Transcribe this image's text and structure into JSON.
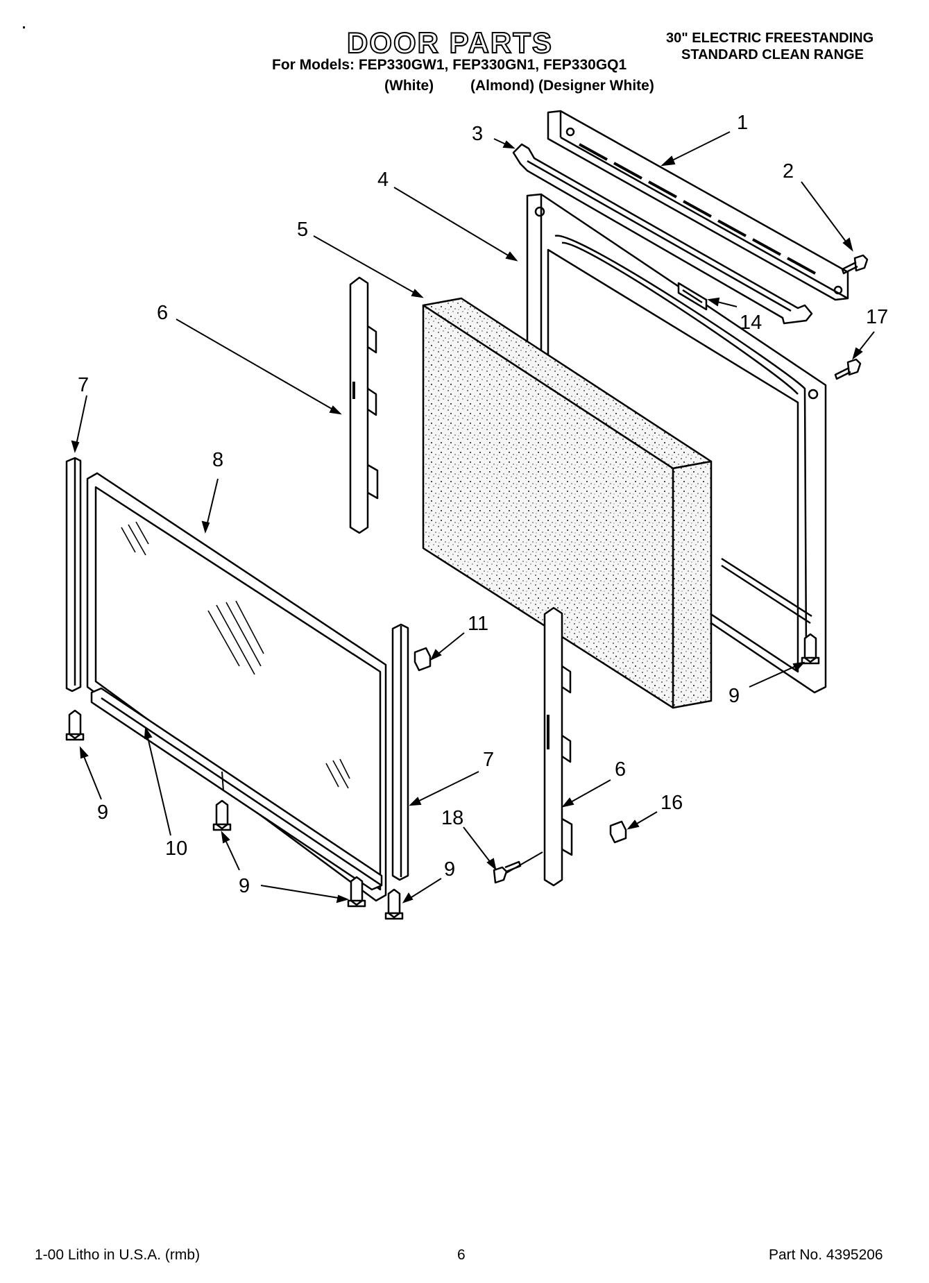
{
  "header": {
    "title": "DOOR PARTS",
    "models_line": "For Models: FEP330GW1, FEP330GN1, FEP330GQ1",
    "color_1": "(White)",
    "color_2": "(Almond) (Designer White)",
    "range_line_1": "30\" ELECTRIC FREESTANDING",
    "range_line_2": "STANDARD CLEAN RANGE"
  },
  "footer": {
    "litho": "1-00 Litho in U.S.A. (rmb)",
    "page": "6",
    "part_no": "Part No. 4395206"
  },
  "callouts": [
    "1",
    "2",
    "3",
    "4",
    "5",
    "6",
    "7",
    "8",
    "9",
    "10",
    "11",
    "14",
    "16",
    "17",
    "18",
    "6",
    "7",
    "9",
    "9",
    "9",
    "9"
  ],
  "colors": {
    "ink": "#000000",
    "paper": "#ffffff",
    "insulation": "#f4f4f4"
  }
}
